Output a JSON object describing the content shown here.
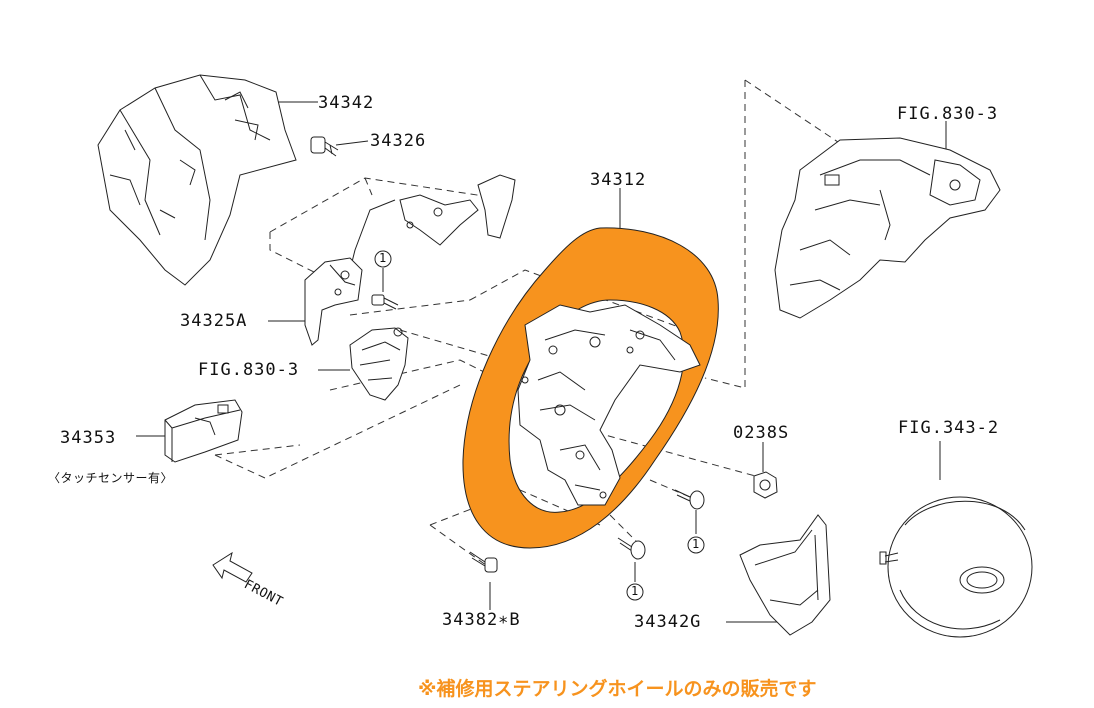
{
  "labels": {
    "p34342": "34342",
    "p34326": "34326",
    "p34312": "34312",
    "fig830_3_top": "FIG.830-3",
    "p34325A": "34325A",
    "fig830_3_left": "FIG.830-3",
    "p34353": "34353",
    "touch_sensor": "〈タッチセンサー有〉",
    "p02382": "0238S",
    "fig343_2": "FIG.343-2",
    "p34382B": "34382∗B",
    "p34342G": "34342G",
    "front": "FRONT",
    "callout": "1"
  },
  "note": "※補修用ステアリングホイールのみの販売です",
  "colors": {
    "highlight": "#f7931e",
    "note": "#f7931e",
    "line": "#222222"
  }
}
